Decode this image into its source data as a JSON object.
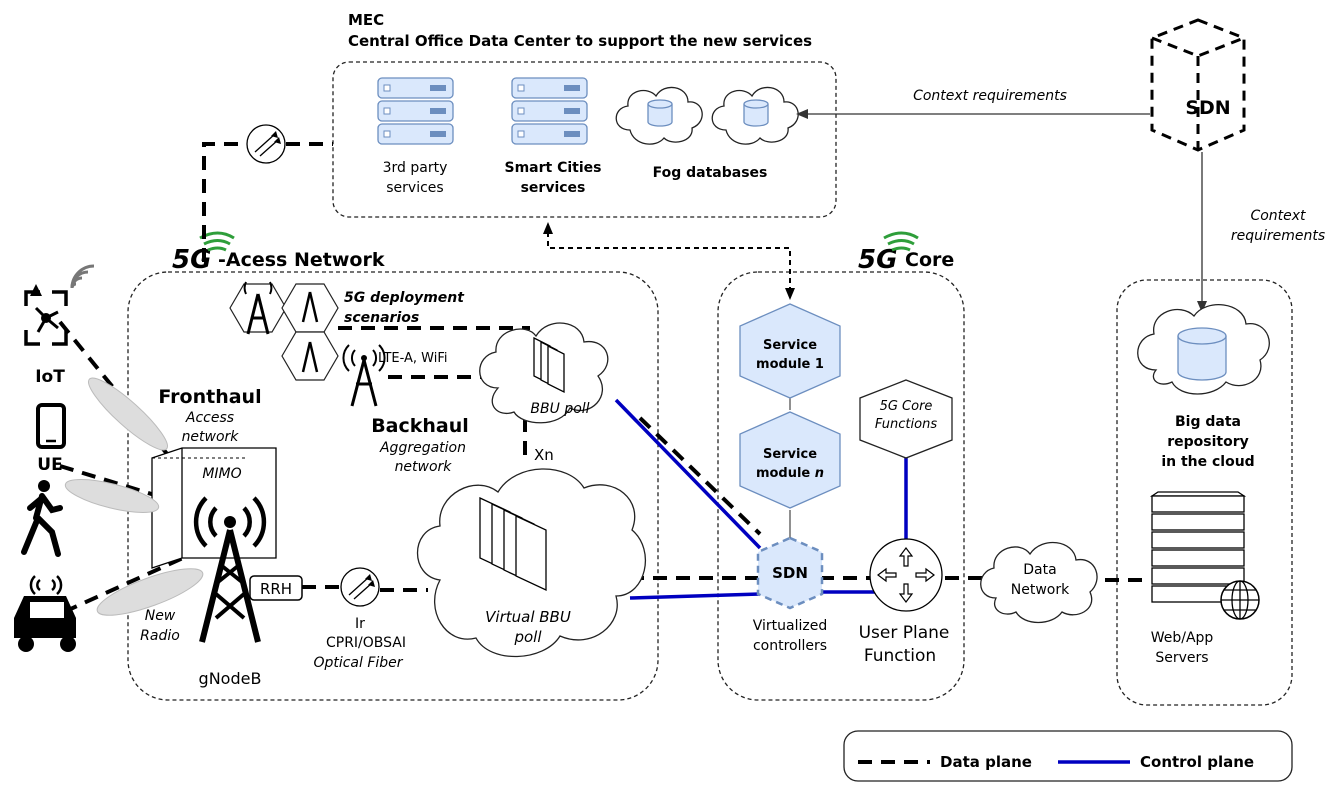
{
  "mec": {
    "title": "MEC",
    "subtitle": "Central Office Data Center to support the new services",
    "third_party_line1": "3rd party",
    "third_party_line2": "services",
    "smart_cities_line1": "Smart Cities",
    "smart_cities_line2": "services",
    "fog": "Fog databases"
  },
  "sdn_top": {
    "label": "SDN"
  },
  "context_req_h": "Context requirements",
  "context_req_v_line1": "Context",
  "context_req_v_line2": "requirements",
  "access": {
    "logo": "5G",
    "title": "-Acess Network",
    "deploy_line1": "5G deployment",
    "deploy_line2": "scenarios",
    "lte": "LTE-A, WiFi",
    "bbu_poll": "BBU poll",
    "fronthaul": "Fronthaul",
    "access_line1": "Access",
    "access_line2": "network",
    "backhaul": "Backhaul",
    "aggregation_line1": "Aggregation",
    "aggregation_line2": "network",
    "xn": "Xn",
    "mimo": "MIMO",
    "rrh": "RRH",
    "new_radio_line1": "New",
    "new_radio_line2": "Radio",
    "gnodeb": "gNodeB",
    "ir": "Ir",
    "cpri": "CPRI/OBSAI",
    "optical": "Optical Fiber",
    "vbbu_line1": "Virtual BBU",
    "vbbu_line2": "poll"
  },
  "devices": {
    "iot": "IoT",
    "ue": "UE"
  },
  "core": {
    "logo": "5G",
    "title": "Core",
    "service1_line1": "Service",
    "service1_line2": "module 1",
    "servicen_line1": "Service",
    "servicen_line2": "module",
    "servicen_n": "n",
    "core_fn_line1": "5G Core",
    "core_fn_line2": "Functions",
    "sdn": "SDN",
    "virt_line1": "Virtualized",
    "virt_line2": "controllers",
    "upf_line1": "User Plane",
    "upf_line2": "Function"
  },
  "data_network_line1": "Data",
  "data_network_line2": "Network",
  "cloud": {
    "big_line1": "Big data",
    "big_line2": "repository",
    "big_line3": "in the cloud",
    "web_line1": "Web/App",
    "web_line2": "Servers"
  },
  "legend": {
    "data_plane": "Data plane",
    "control_plane": "Control plane"
  },
  "colors": {
    "control_plane": "#0000c0",
    "node_fill": "#dae8fc",
    "node_stroke": "#6c8ebf",
    "logo_green": "#2e9e3a"
  }
}
